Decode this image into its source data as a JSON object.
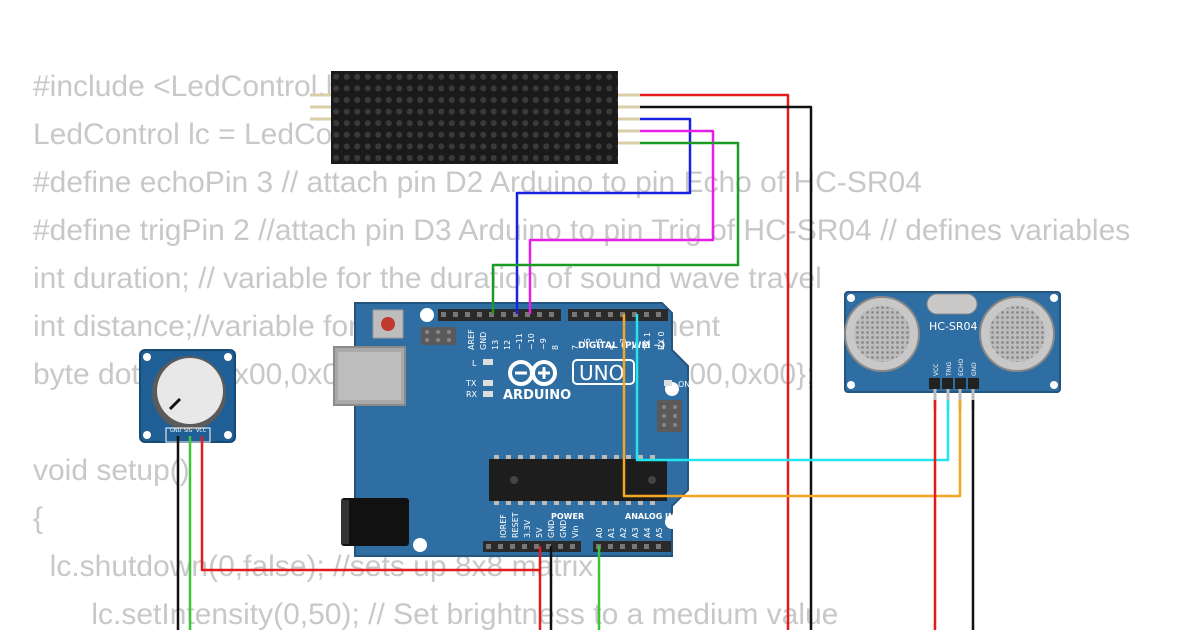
{
  "code_lines": [
    "#include <LedControl.h>",
    "LedControl lc = LedControl(12,11,10,1);",
    "#define echoPin 3 // attach pin D2 Arduino to pin Echo of HC-SR04",
    "#define trigPin 2 //attach pin D3 Arduino to pin Trig of HC-SR04 // defines variables",
    "int duration; // variable for the duration of sound wave travel",
    "int distance;//variable for the distance measurement",
    "byte dot[8] = {0x00,0x00,0x00,0x00,0x00,0x00,0x00,0x00};",
    "",
    "void setup()",
    "{",
    "  lc.shutdown(0,false); //sets up 8x8 matrix",
    "       lc.setIntensity(0,50); // Set brightness to a medium value"
  ],
  "arduino": {
    "brand": "ARDUINO",
    "model": "UNO",
    "on_label": "ON",
    "label_l": "L",
    "label_tx": "TX",
    "label_rx": "RX",
    "digital_label": "DIGITAL (PWM ~)",
    "power_label": "POWER",
    "analog_label": "ANALOG IN",
    "digital_pins": [
      "AREF",
      "GND",
      "13",
      "12",
      "~11",
      "~10",
      "~9",
      "8",
      "7",
      "~6",
      "~5",
      "4",
      "~3",
      "2",
      "TX 1",
      "RX 0"
    ],
    "power_pins": [
      "IOREF",
      "RESET",
      "3.3V",
      "5V",
      "GND",
      "GND",
      "Vin"
    ],
    "analog_pins": [
      "A0",
      "A1",
      "A2",
      "A3",
      "A4",
      "A5"
    ]
  },
  "sensor": {
    "model": "HC-SR04",
    "pins": [
      "VCC",
      "TRIG",
      "ECHO",
      "GND"
    ]
  },
  "potentiometer": {
    "pins": [
      "GND",
      "SIG",
      "VCC"
    ]
  },
  "wire_colors": {
    "red": "#e31b1b",
    "black": "#111111",
    "blue": "#1a22e0",
    "magenta": "#e61ee6",
    "green": "#1c9a25",
    "cyan": "#22e6ee",
    "orange": "#f5a623",
    "light_green": "#3cc43c"
  }
}
